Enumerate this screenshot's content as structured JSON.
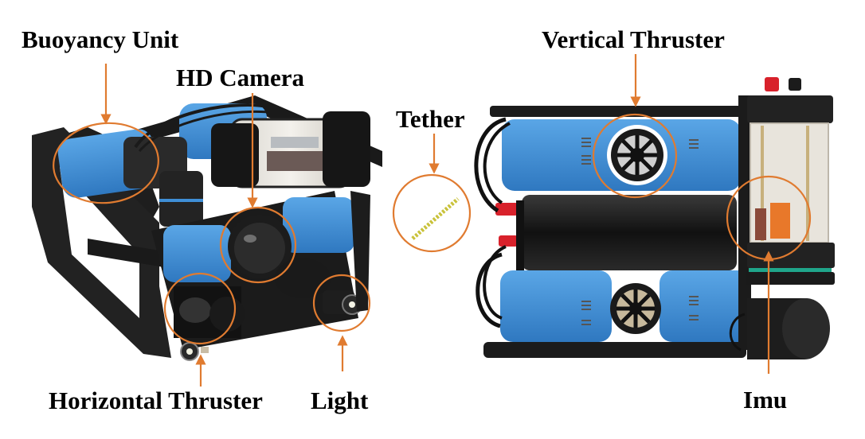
{
  "figure": {
    "left_panel": {
      "subject": "ROV isometric front view",
      "labels": {
        "buoyancy_unit": "Buoyancy Unit",
        "hd_camera": "HD Camera",
        "horizontal_thruster": "Horizontal Thruster",
        "light": "Light"
      }
    },
    "right_panel": {
      "subject": "ROV side view",
      "labels": {
        "vertical_thruster": "Vertical Thruster",
        "tether": "Tether",
        "imu": "Imu"
      }
    },
    "colors": {
      "annotation": "#e07b30",
      "hull_blue": "#3f8fd6",
      "frame_black": "#1c1c1c",
      "label_text": "#000000",
      "tether_yellow": "#c9c23a",
      "connector_red": "#d8212b",
      "imu_orange": "#e8782a"
    }
  }
}
